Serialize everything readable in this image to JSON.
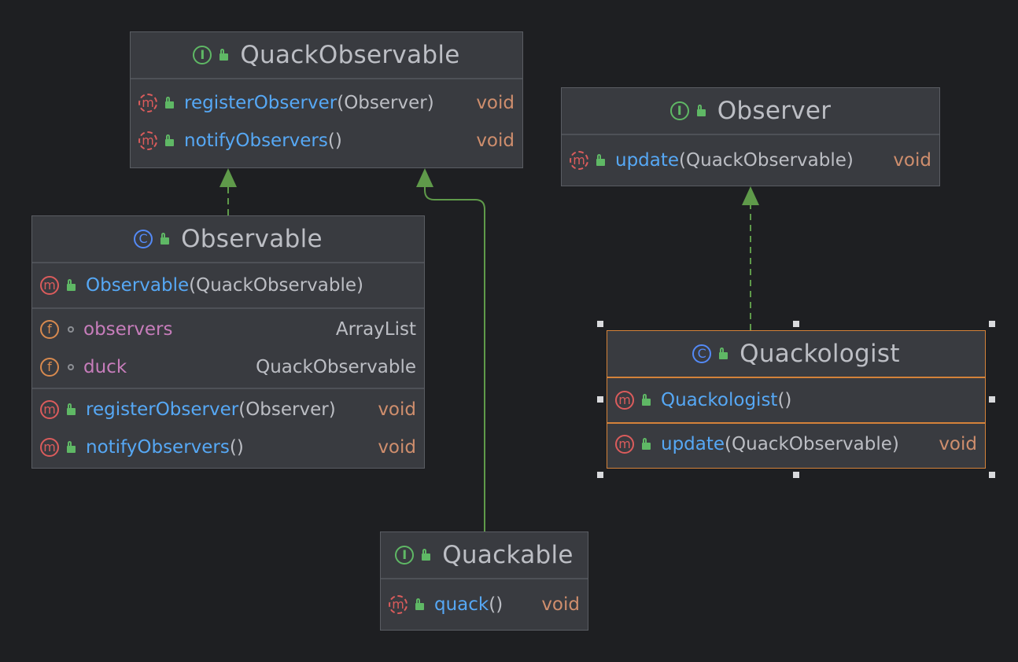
{
  "nodes": {
    "quack_observable": {
      "title": "QuackObservable",
      "kind": "interface",
      "members": [
        {
          "name": "registerObserver",
          "params": "(Observer)",
          "rtype": "void"
        },
        {
          "name": "notifyObservers",
          "params": "()",
          "rtype": "void"
        }
      ]
    },
    "observer": {
      "title": "Observer",
      "kind": "interface",
      "members": [
        {
          "name": "update",
          "params": "(QuackObservable)",
          "rtype": "void"
        }
      ]
    },
    "observable": {
      "title": "Observable",
      "kind": "class",
      "constructor": {
        "name": "Observable",
        "params": "(QuackObservable)"
      },
      "fields": [
        {
          "name": "observers",
          "type": "ArrayList"
        },
        {
          "name": "duck",
          "type": "QuackObservable"
        }
      ],
      "methods": [
        {
          "name": "registerObserver",
          "params": "(Observer)",
          "rtype": "void"
        },
        {
          "name": "notifyObservers",
          "params": "()",
          "rtype": "void"
        }
      ]
    },
    "quackologist": {
      "title": "Quackologist",
      "kind": "class",
      "constructor": {
        "name": "Quackologist",
        "params": "()"
      },
      "methods": [
        {
          "name": "update",
          "params": "(QuackObservable)",
          "rtype": "void"
        }
      ]
    },
    "quackable": {
      "title": "Quackable",
      "kind": "interface",
      "members": [
        {
          "name": "quack",
          "params": "()",
          "rtype": "void"
        }
      ]
    }
  },
  "icons": {
    "interface_letter": "I",
    "class_letter": "C",
    "method_letter": "m",
    "field_letter": "f"
  },
  "colors": {
    "background": "#1e1f22",
    "node_fill": "#393b40",
    "edge": "#5f9a4a",
    "selection": "#d4823a",
    "method_name": "#56a8f5",
    "field_name": "#c77dbb",
    "keyword": "#cf8e6d"
  },
  "edges": [
    {
      "from": "Observable",
      "to": "QuackObservable",
      "style": "dashed",
      "relation": "implements"
    },
    {
      "from": "Quackable",
      "to": "QuackObservable",
      "style": "solid",
      "relation": "extends"
    },
    {
      "from": "Quackologist",
      "to": "Observer",
      "style": "dashed",
      "relation": "implements"
    }
  ]
}
